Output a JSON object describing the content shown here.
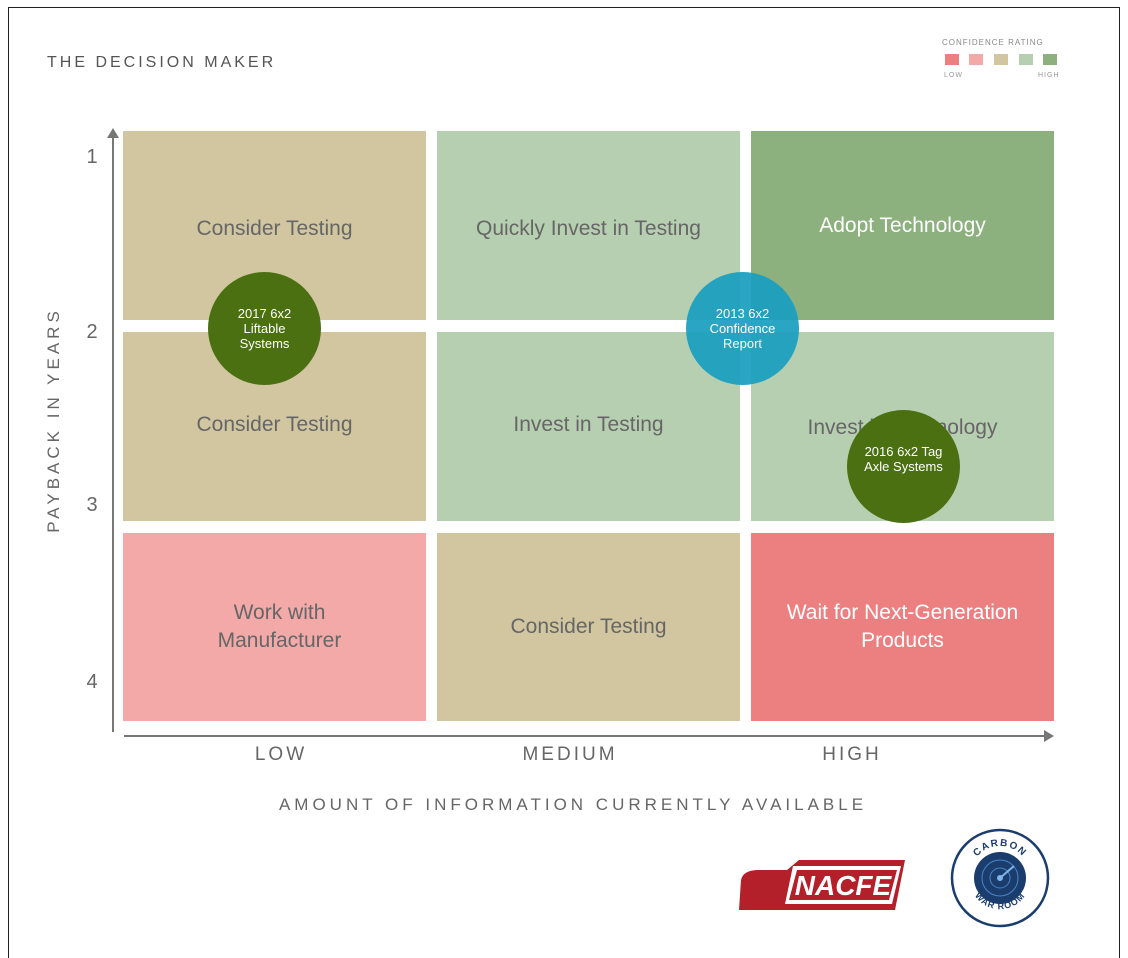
{
  "title": "THE DECISION MAKER",
  "confidence_legend": {
    "title": "CONFIDENCE RATING",
    "low_label": "LOW",
    "high_label": "HIGH",
    "colors": [
      "#ec8080",
      "#f2a9a8",
      "#d2c6a0",
      "#b7cfb1",
      "#8cb07e"
    ]
  },
  "y_axis": {
    "label": "PAYBACK IN YEARS",
    "ticks": [
      "1",
      "2",
      "3",
      "4"
    ]
  },
  "x_axis": {
    "label": "AMOUNT OF INFORMATION CURRENTLY AVAILABLE",
    "ticks": [
      "LOW",
      "MEDIUM",
      "HIGH"
    ]
  },
  "cells": {
    "low_top": "Consider Testing",
    "low_mid": "Consider Testing",
    "low_bottom": "Work with Manufacturer",
    "medium_top": "Quickly Invest in Testing",
    "medium_mid": "Invest in Testing",
    "medium_bottom": "Consider Testing",
    "high_top": "Adopt Technology",
    "high_mid": "Invest in Technology",
    "high_bottom": "Wait for Next-Generation Products"
  },
  "cell_colors": {
    "tan": "#d2c6a0",
    "light_green": "#b7cfb1",
    "dark_green": "#8cb07e",
    "light_pink": "#f2a9a8",
    "red": "#ec8080"
  },
  "bubbles": {
    "liftable": "2017 6x2 Liftable Systems",
    "confidence": "2013 6x2 Confidence Report",
    "tag_axle": "2016 6x2 Tag Axle Systems"
  },
  "bubble_colors": {
    "green": "#4a7011",
    "blue": "#1a9fc0"
  },
  "logos": {
    "nacfe": "NACFE",
    "cwr_top": "CARBON",
    "cwr_bottom": "WAR ROOM"
  }
}
